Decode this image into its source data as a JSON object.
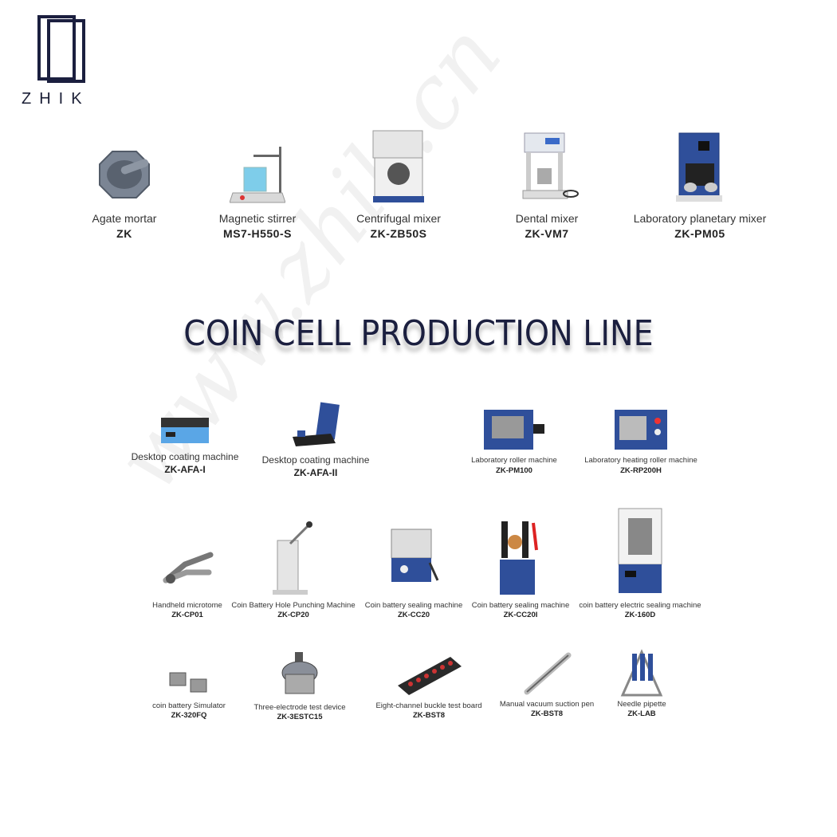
{
  "brand": {
    "name": "ZHIK"
  },
  "watermark": "www.zhik.cn",
  "section_title": "COIN CELL PRODUCTION LINE",
  "top_products": [
    {
      "name": "Agate mortar",
      "model": "ZK",
      "icon": "mortar-icon"
    },
    {
      "name": "Magnetic stirrer",
      "model": "MS7-H550-S",
      "icon": "stirrer-icon"
    },
    {
      "name": "Centrifugal mixer",
      "model": "ZK-ZB50S",
      "icon": "centrifugal-mixer-icon"
    },
    {
      "name": "Dental mixer",
      "model": "ZK-VM7",
      "icon": "dental-mixer-icon"
    },
    {
      "name": "Laboratory planetary mixer",
      "model": "ZK-PM05",
      "icon": "planetary-mixer-icon"
    }
  ],
  "line_row1": [
    {
      "name": "Desktop coating machine",
      "model": "ZK-AFA-I"
    },
    {
      "name": "Desktop coating machine",
      "model": "ZK-AFA-II"
    },
    {
      "name": "Laboratory roller machine",
      "model": "ZK-PM100"
    },
    {
      "name": "Laboratory heating roller machine",
      "model": "ZK-RP200H"
    }
  ],
  "line_row2": [
    {
      "name": "Handheld microtome",
      "model": "ZK-CP01"
    },
    {
      "name": "Coin Battery Hole Punching Machine",
      "model": "ZK-CP20"
    },
    {
      "name": "Coin battery sealing machine",
      "model": "ZK-CC20"
    },
    {
      "name": "Coin battery sealing machine",
      "model": "ZK-CC20I"
    },
    {
      "name": "coin battery electric sealing machine",
      "model": "ZK-160D"
    }
  ],
  "line_row3": [
    {
      "name": "coin battery Simulator",
      "model": "ZK-320FQ"
    },
    {
      "name": "Three-electrode test device",
      "model": "ZK-3ESTC15"
    },
    {
      "name": "Eight-channel buckle test board",
      "model": "ZK-BST8"
    },
    {
      "name": "Manual vacuum suction pen",
      "model": "ZK-BST8"
    },
    {
      "name": "Needle pipette",
      "model": "ZK-LAB"
    }
  ],
  "colors": {
    "brand_navy": "#1b1f3f",
    "machine_blue": "#2f4f9a"
  }
}
